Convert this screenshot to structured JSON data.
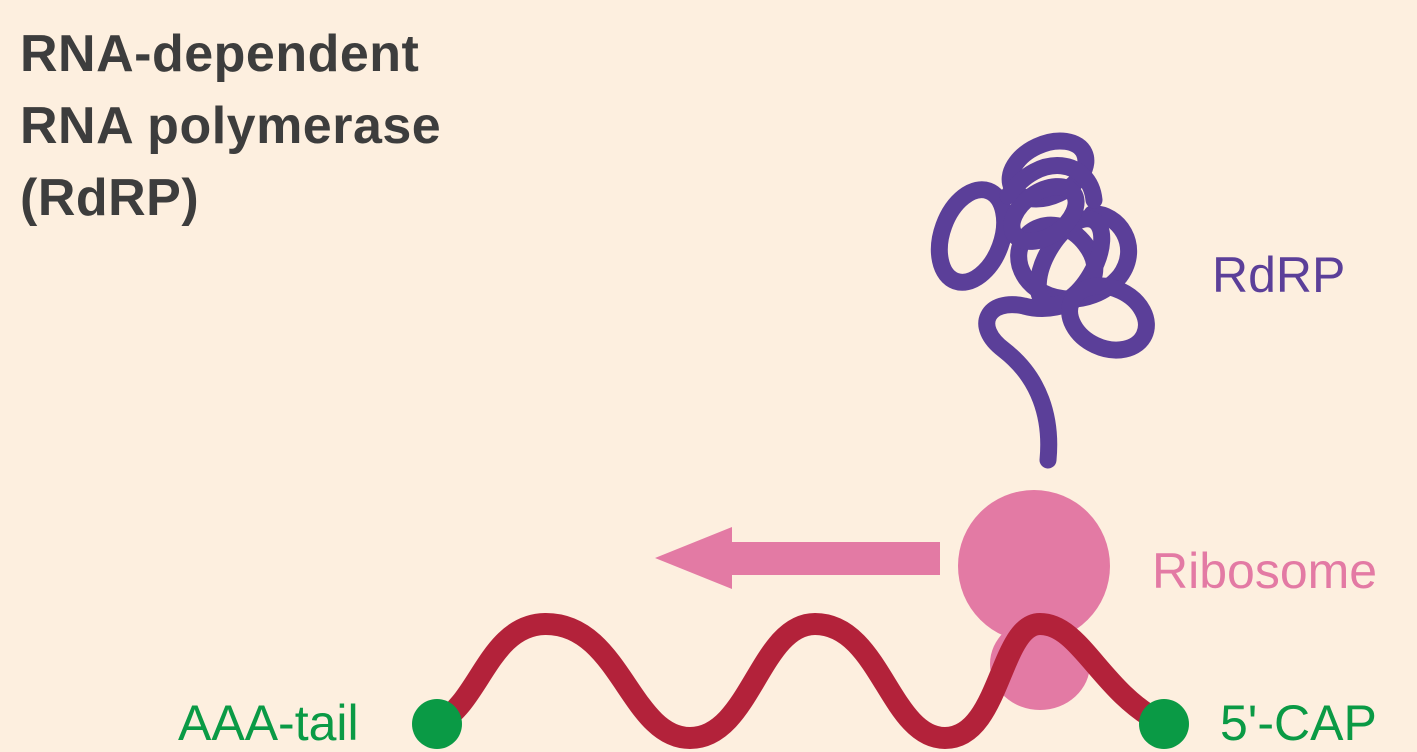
{
  "title": {
    "line1": "RNA-dependent",
    "line2": "RNA polymerase",
    "line3": "(RdRP)"
  },
  "labels": {
    "rdrp": "RdRP",
    "ribosome": "Ribosome",
    "tail": "AAA-tail",
    "cap": "5'-CAP"
  },
  "colors": {
    "background": "#fdefdf",
    "title_text": "#3d3d3d",
    "rdrp": "#5b3f99",
    "ribosome": "#e37aa4",
    "mrna": "#b3223a",
    "end_markers": "#0a9a45"
  }
}
